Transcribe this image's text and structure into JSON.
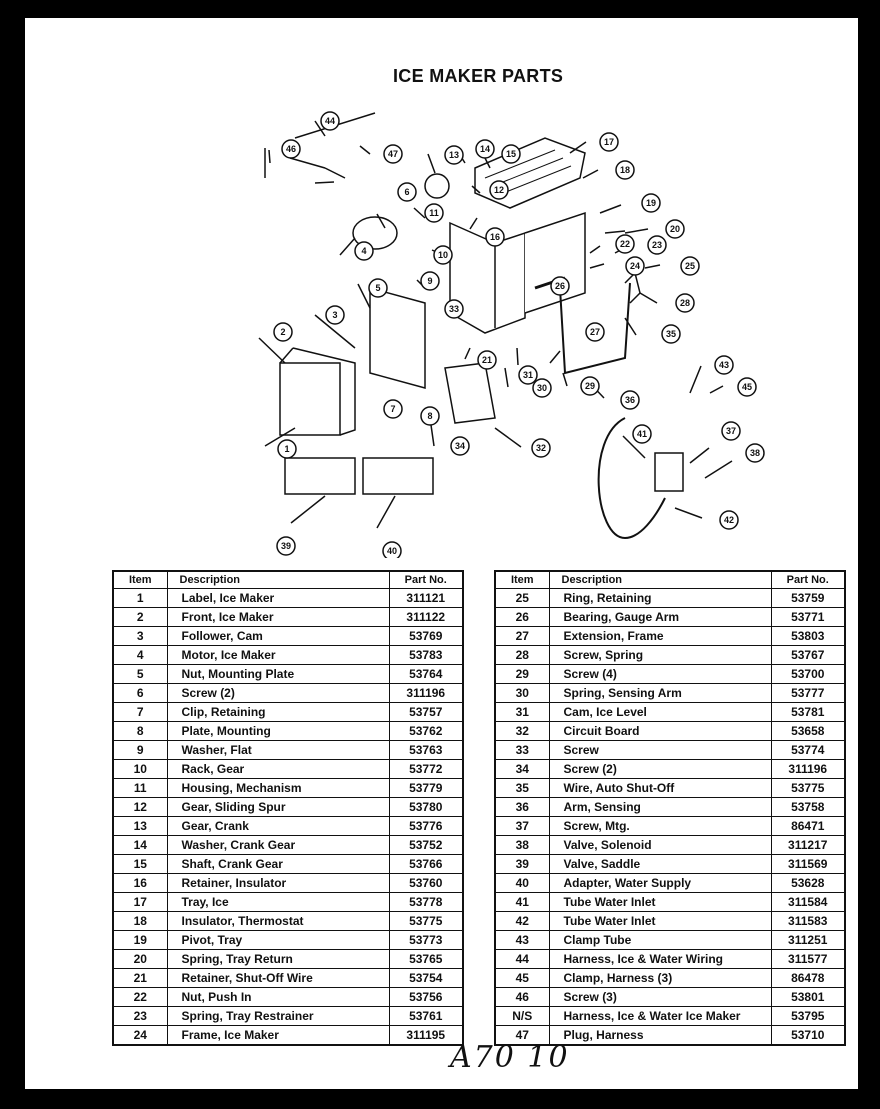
{
  "title": "ICE MAKER PARTS",
  "diagram_callouts": [
    "1",
    "2",
    "3",
    "4",
    "5",
    "6",
    "7",
    "8",
    "9",
    "10",
    "11",
    "12",
    "13",
    "14",
    "15",
    "16",
    "17",
    "18",
    "19",
    "20",
    "21",
    "22",
    "23",
    "24",
    "25",
    "26",
    "27",
    "28",
    "29",
    "30",
    "31",
    "32",
    "33",
    "34",
    "35",
    "36",
    "37",
    "38",
    "39",
    "40",
    "41",
    "42",
    "43",
    "44",
    "45",
    "46",
    "47"
  ],
  "table_headers": {
    "item": "Item",
    "description": "Description",
    "part_no": "Part No."
  },
  "parts_left": [
    {
      "item": "1",
      "description": "Label, Ice Maker",
      "part_no": "311121"
    },
    {
      "item": "2",
      "description": "Front, Ice Maker",
      "part_no": "311122"
    },
    {
      "item": "3",
      "description": "Follower, Cam",
      "part_no": "53769"
    },
    {
      "item": "4",
      "description": "Motor, Ice Maker",
      "part_no": "53783"
    },
    {
      "item": "5",
      "description": "Nut, Mounting Plate",
      "part_no": "53764"
    },
    {
      "item": "6",
      "description": "Screw (2)",
      "part_no": "311196"
    },
    {
      "item": "7",
      "description": "Clip, Retaining",
      "part_no": "53757"
    },
    {
      "item": "8",
      "description": "Plate, Mounting",
      "part_no": "53762"
    },
    {
      "item": "9",
      "description": "Washer, Flat",
      "part_no": "53763"
    },
    {
      "item": "10",
      "description": "Rack, Gear",
      "part_no": "53772"
    },
    {
      "item": "11",
      "description": "Housing, Mechanism",
      "part_no": "53779"
    },
    {
      "item": "12",
      "description": "Gear, Sliding Spur",
      "part_no": "53780"
    },
    {
      "item": "13",
      "description": "Gear, Crank",
      "part_no": "53776"
    },
    {
      "item": "14",
      "description": "Washer, Crank Gear",
      "part_no": "53752"
    },
    {
      "item": "15",
      "description": "Shaft, Crank Gear",
      "part_no": "53766"
    },
    {
      "item": "16",
      "description": "Retainer, Insulator",
      "part_no": "53760"
    },
    {
      "item": "17",
      "description": "Tray, Ice",
      "part_no": "53778"
    },
    {
      "item": "18",
      "description": "Insulator, Thermostat",
      "part_no": "53775"
    },
    {
      "item": "19",
      "description": "Pivot, Tray",
      "part_no": "53773"
    },
    {
      "item": "20",
      "description": "Spring, Tray Return",
      "part_no": "53765"
    },
    {
      "item": "21",
      "description": "Retainer, Shut-Off Wire",
      "part_no": "53754"
    },
    {
      "item": "22",
      "description": "Nut, Push In",
      "part_no": "53756"
    },
    {
      "item": "23",
      "description": "Spring, Tray Restrainer",
      "part_no": "53761"
    },
    {
      "item": "24",
      "description": "Frame, Ice Maker",
      "part_no": "311195"
    }
  ],
  "parts_right": [
    {
      "item": "25",
      "description": "Ring, Retaining",
      "part_no": "53759"
    },
    {
      "item": "26",
      "description": "Bearing, Gauge Arm",
      "part_no": "53771"
    },
    {
      "item": "27",
      "description": "Extension, Frame",
      "part_no": "53803"
    },
    {
      "item": "28",
      "description": "Screw, Spring",
      "part_no": "53767"
    },
    {
      "item": "29",
      "description": "Screw (4)",
      "part_no": "53700"
    },
    {
      "item": "30",
      "description": "Spring, Sensing Arm",
      "part_no": "53777"
    },
    {
      "item": "31",
      "description": "Cam, Ice Level",
      "part_no": "53781"
    },
    {
      "item": "32",
      "description": "Circuit Board",
      "part_no": "53658"
    },
    {
      "item": "33",
      "description": "Screw",
      "part_no": "53774"
    },
    {
      "item": "34",
      "description": "Screw (2)",
      "part_no": "311196"
    },
    {
      "item": "35",
      "description": "Wire, Auto Shut-Off",
      "part_no": "53775"
    },
    {
      "item": "36",
      "description": "Arm, Sensing",
      "part_no": "53758"
    },
    {
      "item": "37",
      "description": "Screw, Mtg.",
      "part_no": "86471"
    },
    {
      "item": "38",
      "description": "Valve, Solenoid",
      "part_no": "311217"
    },
    {
      "item": "39",
      "description": "Valve, Saddle",
      "part_no": "311569"
    },
    {
      "item": "40",
      "description": "Adapter, Water Supply",
      "part_no": "53628"
    },
    {
      "item": "41",
      "description": "Tube Water Inlet",
      "part_no": "311584"
    },
    {
      "item": "42",
      "description": "Tube Water Inlet",
      "part_no": "311583"
    },
    {
      "item": "43",
      "description": "Clamp Tube",
      "part_no": "311251"
    },
    {
      "item": "44",
      "description": "Harness, Ice & Water Wiring",
      "part_no": "311577"
    },
    {
      "item": "45",
      "description": "Clamp, Harness (3)",
      "part_no": "86478"
    },
    {
      "item": "46",
      "description": "Screw (3)",
      "part_no": "53801"
    },
    {
      "item": "N/S",
      "description": "Harness, Ice & Water Ice Maker",
      "part_no": "53795"
    },
    {
      "item": "47",
      "description": "Plug, Harness",
      "part_no": "53710"
    }
  ],
  "handwritten_note": "A70 10"
}
